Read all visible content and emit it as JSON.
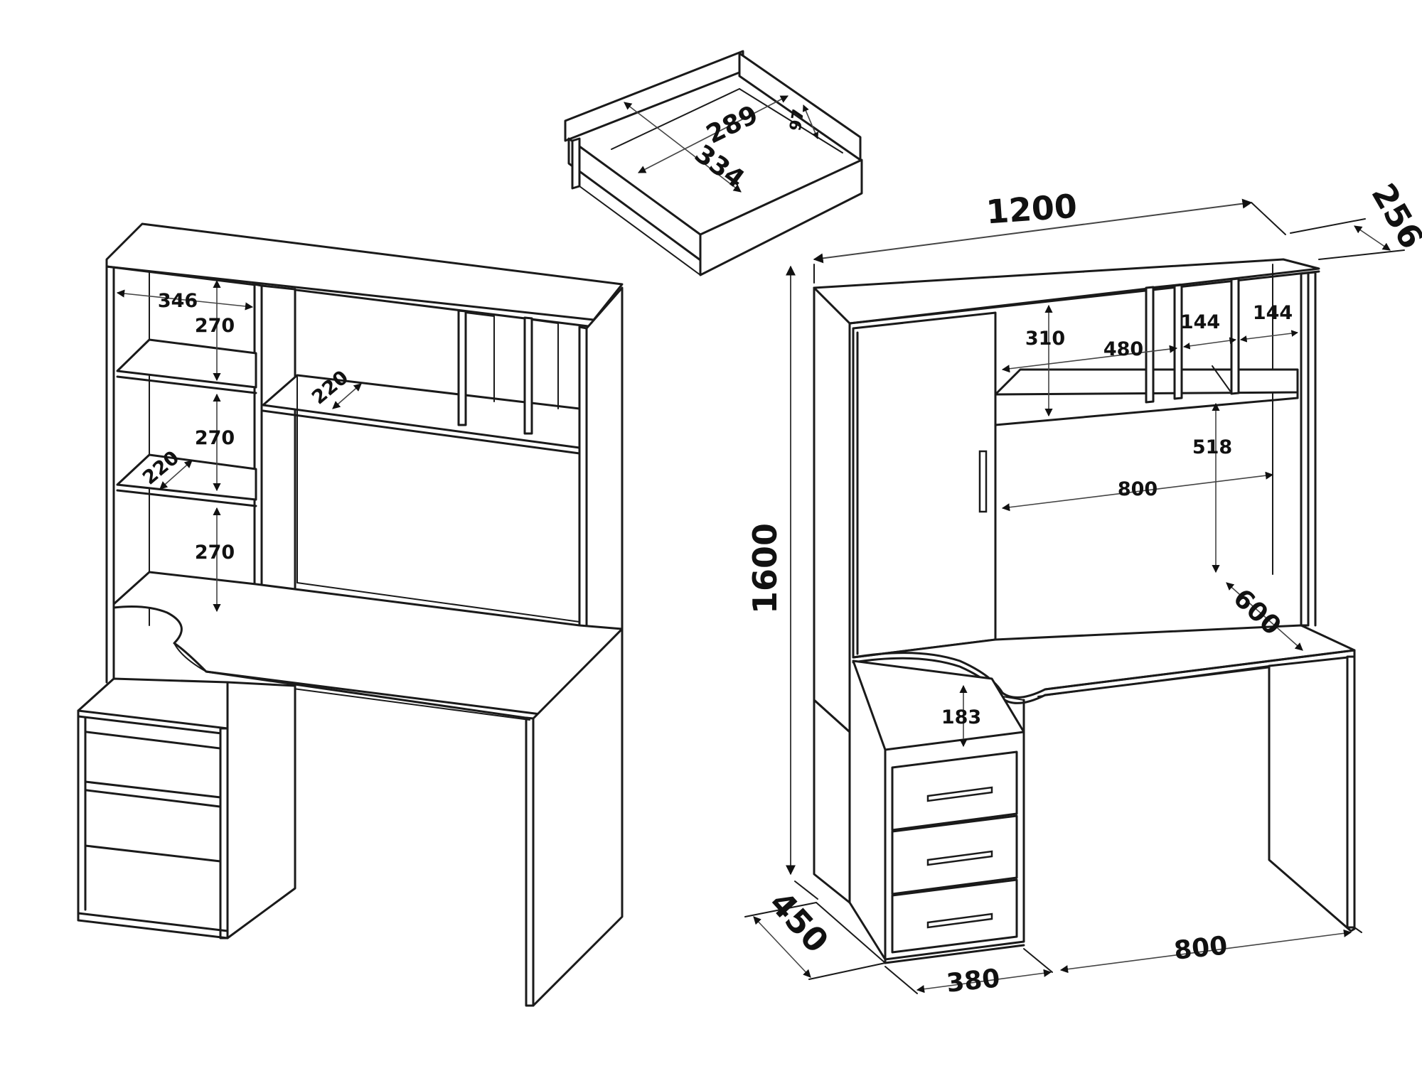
{
  "drawer": {
    "width": "334",
    "depth": "289",
    "height": "97"
  },
  "left_view": {
    "shelf_width": "346",
    "shelf_spacing_top": "270",
    "shelf_spacing_middle": "270",
    "shelf_spacing_bottom": "270",
    "top_shelf_depth": "220",
    "side_shelf_depth": "220"
  },
  "right_view": {
    "overall_width": "1200",
    "hutch_depth": "256",
    "overall_height": "1600",
    "pedestal_depth": "450",
    "pedestal_width": "380",
    "leg_opening_width": "800",
    "desk_depth": "600",
    "hutch_opening_width": "800",
    "hutch_opening_height": "518",
    "shelf_height": "310",
    "shelf_width": "480",
    "niche_width_left": "144",
    "niche_width_right": "144",
    "pedestal_shelf_height": "183"
  },
  "colors": {
    "line": "#1a1a1a",
    "dimension": "#444444",
    "background": "#ffffff"
  }
}
